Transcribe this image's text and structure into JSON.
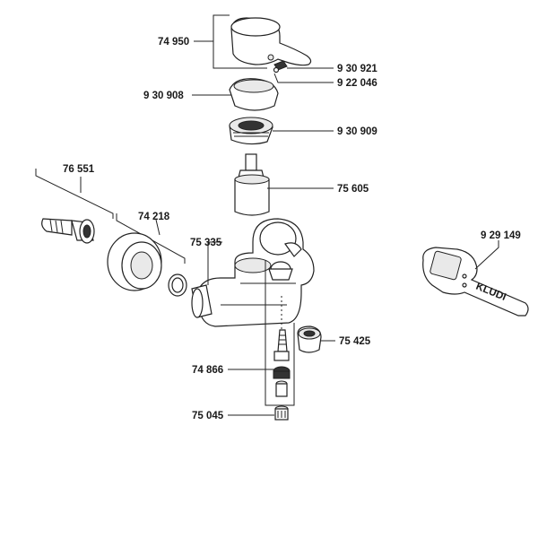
{
  "labels": {
    "l74950": "74 950",
    "l930921": "9 30 921",
    "l922046": "9 22 046",
    "l930908": "9 30 908",
    "l930909": "9 30 909",
    "l76551": "76 551",
    "l75605": "75 605",
    "l74218": "74 218",
    "l75335": "75 335",
    "l929149": "9 29 149",
    "l75425": "75 425",
    "l74866": "74 866",
    "l75045": "75 045"
  },
  "tool_text": "KLUDI"
}
